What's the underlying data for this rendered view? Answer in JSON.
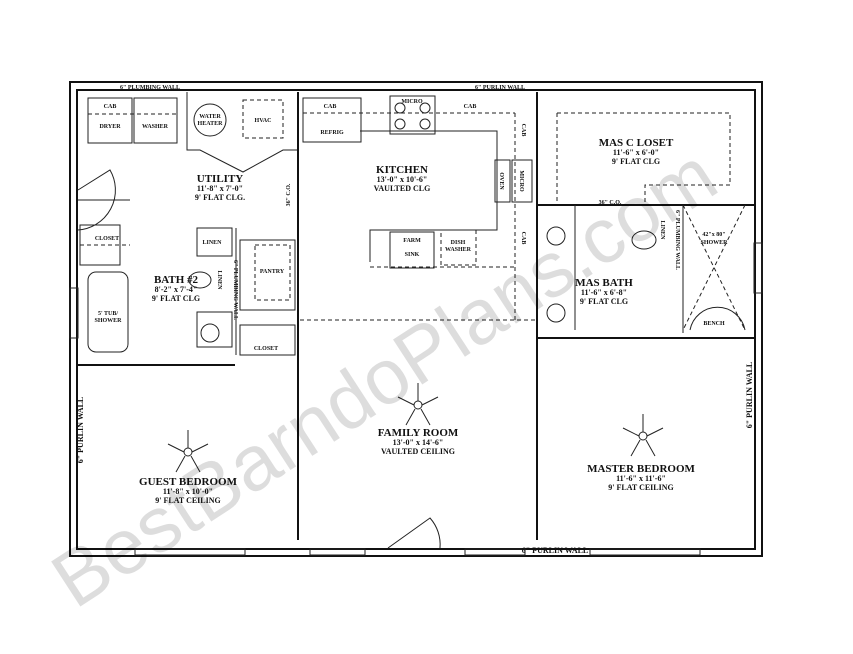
{
  "watermark": "BestBarndoPlans.com",
  "walls": {
    "top_left": "6\" PLUMBING WALL",
    "top_right": "6\" PURLIN WALL",
    "bottom": "6\" PURLIN WALL",
    "left": "6\" PURLIN WALL",
    "right": "6\" PURLIN WALL",
    "bath2_plumbing": "6\" PLUMBING WALL",
    "masbath_plumbing": "6\" PLUMBING WALL"
  },
  "rooms": {
    "utility": {
      "name": "UTILITY",
      "size": "11'-8\" x 7'-0\"",
      "ceiling": "9' FLAT CLG."
    },
    "kitchen": {
      "name": "KITCHEN",
      "size": "13'-0\" x 10'-6\"",
      "ceiling": "VAULTED CLG"
    },
    "mas_closet": {
      "name": "MAS C LOSET",
      "size": "11'-6\" x 6'-0\"",
      "ceiling": "9' FLAT CLG"
    },
    "bath2": {
      "name": "BATH #2",
      "size": "8'-2\" x 7'-4\"",
      "ceiling": "9' FLAT CLG"
    },
    "mas_bath": {
      "name": "MAS BATH",
      "size": "11'-6\" x 6'-8\"",
      "ceiling": "9' FLAT CLG"
    },
    "family": {
      "name": "FAMILY ROOM",
      "size": "13'-0\" x 14'-6\"",
      "ceiling": "VAULTED CEILING"
    },
    "guest": {
      "name": "GUEST BEDROOM",
      "size": "11'-8\" x 10'-0\"",
      "ceiling": "9' FLAT CEILING"
    },
    "master": {
      "name": "MASTER BEDROOM",
      "size": "11'-6\" x 11'-6\"",
      "ceiling": "9' FLAT CEILING"
    }
  },
  "fixtures": {
    "cab": "CAB",
    "dryer": "DRYER",
    "washer": "WASHER",
    "water_heater_1": "WATER",
    "water_heater_2": "HEATER",
    "hvac": "HVAC",
    "refrig": "REFRIG",
    "micro": "MICRO",
    "oven": "OVEN",
    "farm_sink_1": "FARM",
    "farm_sink_2": "SINK",
    "dish_1": "DISH",
    "dish_2": "WASHER",
    "co_36": "36\" C.O.",
    "closet": "CLOSET",
    "linen": "LINEN",
    "pantry": "PANTRY",
    "tub_1": "5' TUB/",
    "tub_2": "SHOWER",
    "shower_1": "42\"x 80\"",
    "shower_2": "SHOWER",
    "bench": "BENCH"
  }
}
